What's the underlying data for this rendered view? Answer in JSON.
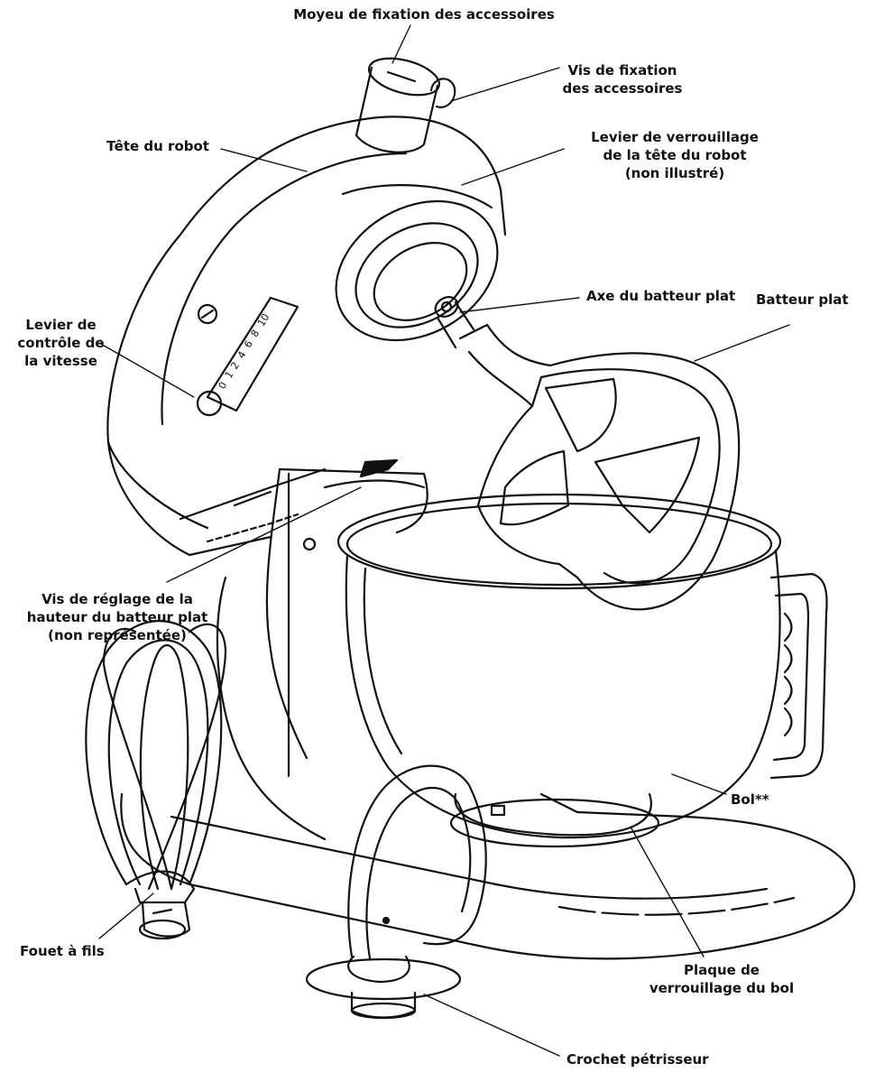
{
  "labels": {
    "moyeu": [
      "Moyeu de fixation des accessoires"
    ],
    "vis_fixation": [
      "Vis de fixation",
      "des accessoires"
    ],
    "tete": [
      "Tête du robot"
    ],
    "levier_verrouillage": [
      "Levier de verrouillage",
      "de la tête du robot",
      "(non illustré)"
    ],
    "levier_vitesse": [
      "Levier de",
      "contrôle de",
      "la vitesse"
    ],
    "axe": [
      "Axe du batteur plat"
    ],
    "batteur": [
      "Batteur plat"
    ],
    "vis_reglage": [
      "Vis de réglage de la",
      "hauteur du batteur plat",
      "(non représentée)"
    ],
    "bol": [
      "Bol**"
    ],
    "fouet": [
      "Fouet à fils"
    ],
    "plaque": [
      "Plaque de",
      "verrouillage du bol"
    ],
    "crochet": [
      "Crochet pétrisseur"
    ]
  },
  "speed_dial": [
    "0",
    "1",
    "2",
    "4",
    "6",
    "8",
    "10"
  ],
  "colors": {
    "line": "#111111",
    "accent": "#1a1a1a",
    "background": "#ffffff"
  }
}
